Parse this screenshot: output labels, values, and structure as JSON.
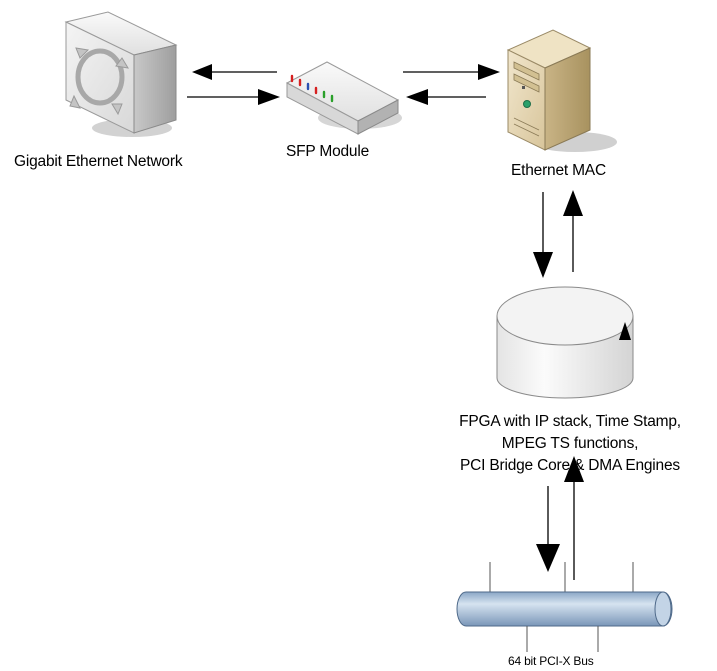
{
  "labels": {
    "network": "Gigabit Ethernet Network",
    "sfp": "SFP Module",
    "mac": "Ethernet MAC",
    "fpga_line1": "FPGA with IP stack, Time Stamp,",
    "fpga_line2": "MPEG TS functions,",
    "fpga_line3": "PCI Bridge Core & DMA Engines",
    "bus": "64 bit PCI-X Bus"
  },
  "icons": {
    "network": "network-switch-icon",
    "sfp": "sfp-module-icon",
    "mac": "server-tower-icon",
    "fpga": "cylinder-database-icon",
    "bus": "pipe-bus-icon"
  },
  "colors": {
    "device_front": "#eeeeee",
    "device_side": "#b8b8b8",
    "server_body": "#e6d7b4",
    "pipe": "#b9cde3",
    "pipe_dark": "#7f9bbd",
    "led_red": "#d62020",
    "led_green": "#2aa02a"
  }
}
